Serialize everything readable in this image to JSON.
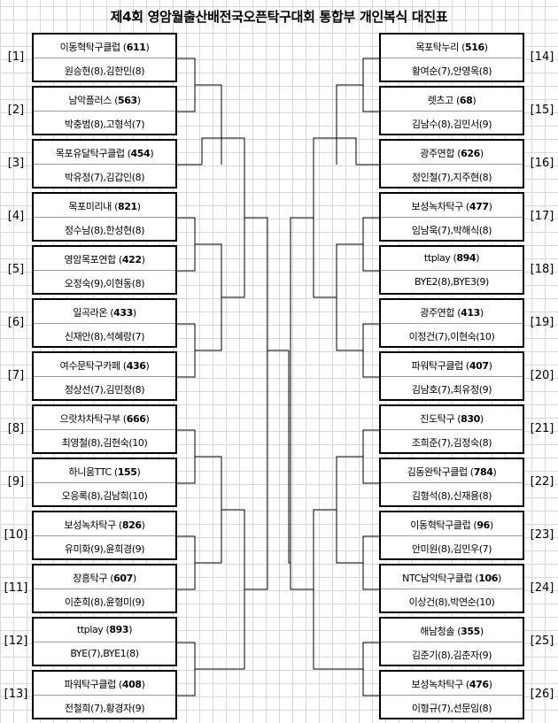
{
  "title": "제4회 영암월출산배전국오픈탁구대회 통합부 개인복식 대진표",
  "left": [
    {
      "idx": "[1]",
      "club": "이동혁탁구클럽",
      "num": "611",
      "players": "원승현(8),김한민(8)"
    },
    {
      "idx": "[2]",
      "club": "남악플러스",
      "num": "563",
      "players": "박충범(8),고형석(7)"
    },
    {
      "idx": "[3]",
      "club": "목포유달탁구클럽",
      "num": "454",
      "players": "박유정(7),김갑인(8)"
    },
    {
      "idx": "[4]",
      "club": "목포미리내",
      "num": "821",
      "players": "정수남(8),한성현(8)"
    },
    {
      "idx": "[5]",
      "club": "영암목포연합",
      "num": "422",
      "players": "오정숙(9),이현동(8)"
    },
    {
      "idx": "[6]",
      "club": "일곡라온",
      "num": "433",
      "players": "신재안(8),석혜랑(7)"
    },
    {
      "idx": "[7]",
      "club": "여수문탁구카페",
      "num": "436",
      "players": "정상선(7),김민정(8)"
    },
    {
      "idx": "[8]",
      "club": "으랏차차탁구부",
      "num": "666",
      "players": "최영철(8),김현숙(10)"
    },
    {
      "idx": "[9]",
      "club": "하니움TTC",
      "num": "155",
      "players": "오응록(8),김남희(10)"
    },
    {
      "idx": "[10]",
      "club": "보성녹차탁구",
      "num": "826",
      "players": "유미화(9),윤희경(9)"
    },
    {
      "idx": "[11]",
      "club": "장흥탁구",
      "num": "607",
      "players": "이춘희(8),윤형미(9)"
    },
    {
      "idx": "[12]",
      "club": "ttplay",
      "num": "893",
      "players": "BYE(7),BYE1(8)"
    },
    {
      "idx": "[13]",
      "club": "파워탁구클럽",
      "num": "408",
      "players": "전철희(7),황경자(9)"
    }
  ],
  "right": [
    {
      "idx": "[14]",
      "club": "목포탁누리",
      "num": "516",
      "players": "황여순(7),안영옥(8)"
    },
    {
      "idx": "[15]",
      "club": "렛츠고",
      "num": "68",
      "players": "김남수(8),김민서(9)"
    },
    {
      "idx": "[16]",
      "club": "광주연합",
      "num": "626",
      "players": "정인철(7),지주현(8)"
    },
    {
      "idx": "[17]",
      "club": "보성녹차탁구",
      "num": "477",
      "players": "임남욱(7),박해식(8)"
    },
    {
      "idx": "[18]",
      "club": "ttplay",
      "num": "894",
      "players": "BYE2(8),BYE3(9)"
    },
    {
      "idx": "[19]",
      "club": "광주연합",
      "num": "413",
      "players": "이정건(7),이현숙(10)"
    },
    {
      "idx": "[20]",
      "club": "파워탁구클럽",
      "num": "407",
      "players": "김남호(7),최유정(9)"
    },
    {
      "idx": "[21]",
      "club": "진도탁구",
      "num": "830",
      "players": "조희준(7),김정숙(8)"
    },
    {
      "idx": "[22]",
      "club": "김동완탁구클럽",
      "num": "784",
      "players": "김형석(8),신재용(8)"
    },
    {
      "idx": "[23]",
      "club": "이동혁탁구클럽",
      "num": "96",
      "players": "안미원(8),김민우(7)"
    },
    {
      "idx": "[24]",
      "club": "NTC남악탁구클럽",
      "num": "106",
      "players": "이상건(8),박연순(10)"
    },
    {
      "idx": "[25]",
      "club": "해남청솔",
      "num": "355",
      "players": "김준기(8),김춘자(9)"
    },
    {
      "idx": "[26]",
      "club": "보성녹차탁구",
      "num": "476",
      "players": "이형규(7),선문임(8)"
    }
  ]
}
